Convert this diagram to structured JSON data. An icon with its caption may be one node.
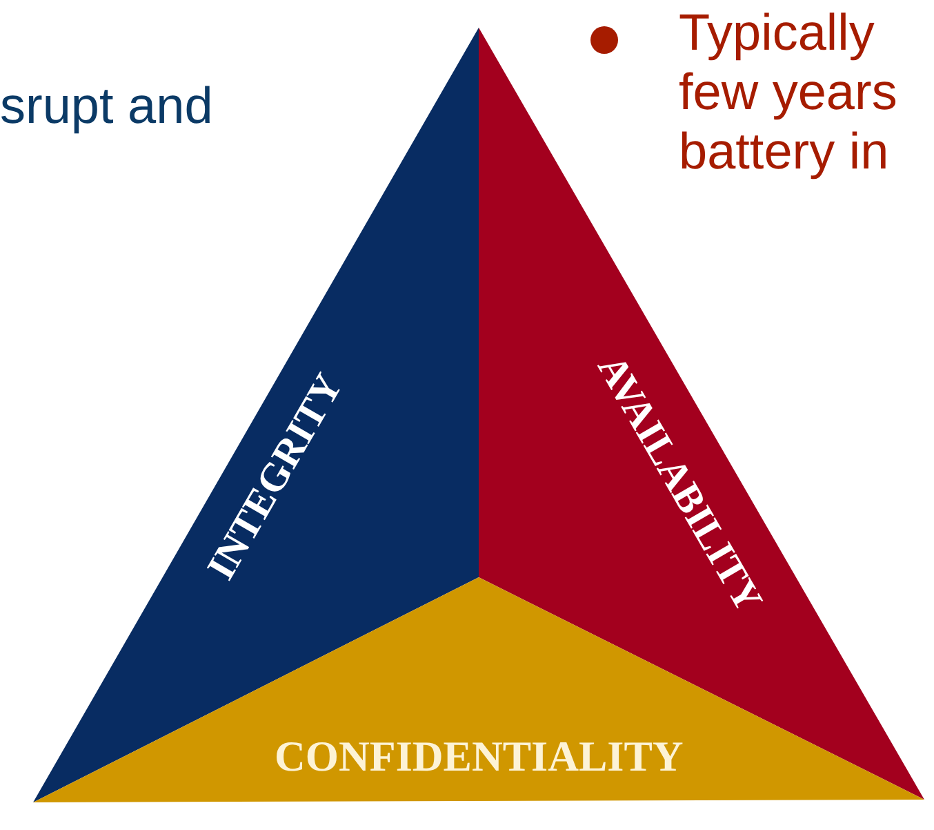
{
  "diagram": {
    "nodes": [
      {
        "text": [
          "INTEGRITY"
        ]
      },
      {
        "text": [
          "AVAILABILITY"
        ]
      },
      {
        "text": [
          "CONFIDENTIALITY"
        ]
      }
    ],
    "labels": [
      "srupt and",
      "Typically few years battery in"
    ]
  }
}
